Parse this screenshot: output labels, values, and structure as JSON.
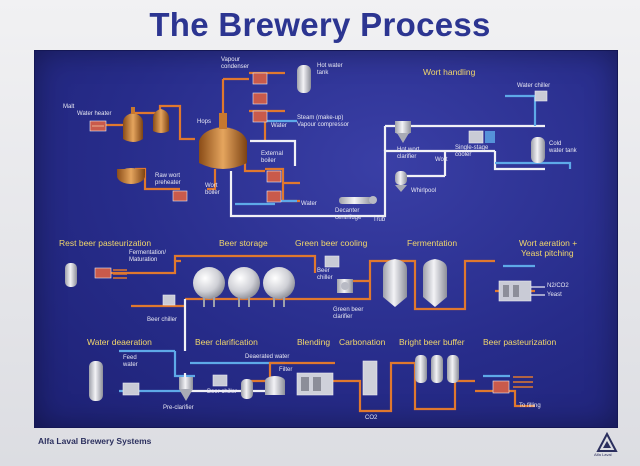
{
  "title": "The Brewery Process",
  "footer": "Alfa Laval Brewery Systems",
  "logo_text": "Alfa Laval",
  "sections": {
    "wort_handling": "Wort handling",
    "rest_beer_pasteurization": "Rest beer pasteurization",
    "beer_storage": "Beer storage",
    "green_beer_cooling": "Green beer cooling",
    "fermentation": "Fermentation",
    "wort_aeration_line1": "Wort aeration +",
    "wort_aeration_line2": "Yeast pitching",
    "water_deaeration": "Water deaeration",
    "beer_clarification": "Beer clarification",
    "blending": "Blending",
    "carbonation": "Carbonation",
    "bright_beer_buffer": "Bright beer buffer",
    "beer_pasteurization": "Beer pasteurization"
  },
  "labels": {
    "malt": "Malt",
    "water_heater": "Water heater",
    "vapour_condenser_1": "Vapour",
    "vapour_condenser_2": "condenser",
    "hot_water_tank_1": "Hot water",
    "hot_water_tank_2": "tank",
    "steam_line1": "Steam (make-up)",
    "steam_line2": "Vapour compressor",
    "hops": "Hops",
    "water_1": "Water",
    "external_boiler_1": "External",
    "external_boiler_2": "boiler",
    "raw_wort_1": "Raw wort",
    "raw_wort_2": "preheater",
    "wort_boiler_1": "Wort",
    "wort_boiler_2": "boiler",
    "water_2": "Water",
    "hot_wort_1": "Hot wort",
    "hot_wort_2": "clarifier",
    "single_stage_1": "Single-stage",
    "single_stage_2": "cooler",
    "wort": "Wort",
    "water_chiller": "Water chiller",
    "cold_water_tank_1": "Cold",
    "cold_water_tank_2": "water tank",
    "whirlpool": "Whirlpool",
    "decanter_1": "Decanter",
    "decanter_2": "centrifuge",
    "trub": "Trub",
    "fermentation_maturation_1": "Fermentation/",
    "fermentation_maturation_2": "Maturation",
    "beer_chiller_1": "Beer chiller",
    "beer_chiller_gbc_1": "Beer",
    "beer_chiller_gbc_2": "chiller",
    "green_beer_clarifier_1": "Green beer",
    "green_beer_clarifier_2": "clarifier",
    "n2_co2": "N2/CO2",
    "yeast": "Yeast",
    "feed_water_1": "Feed",
    "feed_water_2": "water",
    "deaerated_water": "Deaerated water",
    "filter": "Filter",
    "pre_clarifier": "Pre-clarifier",
    "beer_chiller_2": "Beer chiller",
    "co2": "CO2",
    "to_filling": "To filling"
  },
  "colors": {
    "title": "#2c3591",
    "panel": "#272c8a",
    "section_label": "#f2d76b",
    "pipe_orange": "#e0782e",
    "pipe_white": "#f1f1f6",
    "pipe_blue": "#5ea9e8",
    "tank_silver": "#d9d9de",
    "copper": "#c7782f"
  }
}
